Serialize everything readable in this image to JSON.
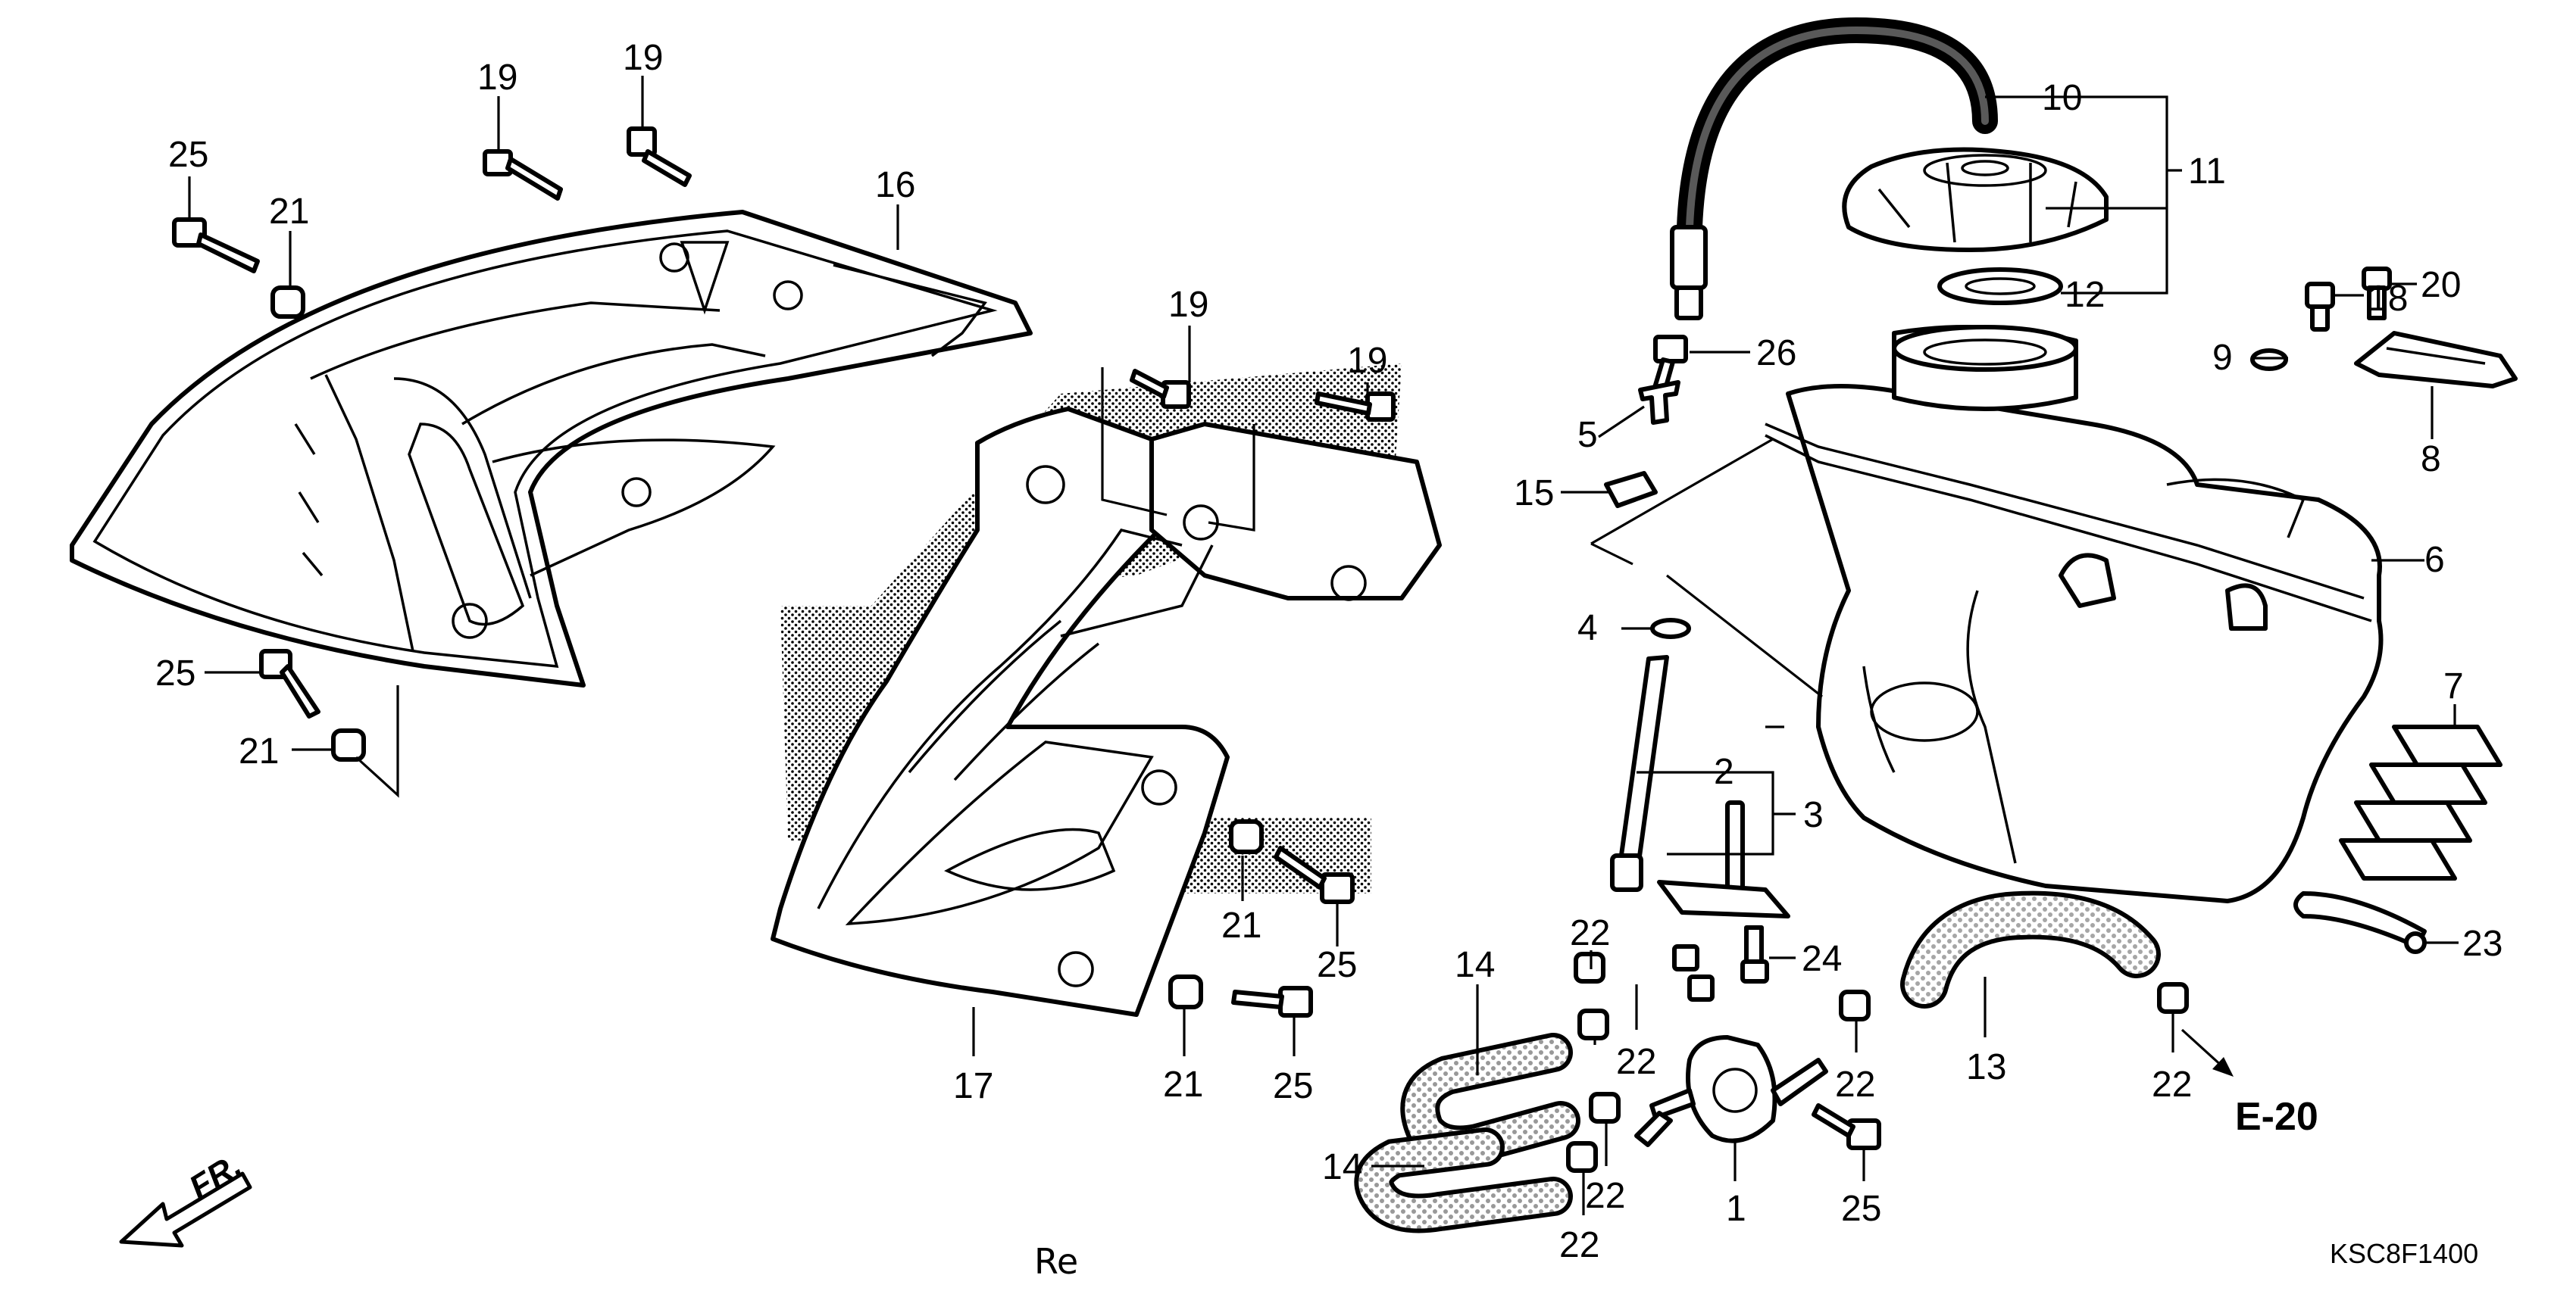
{
  "diagram": {
    "code": "KSC8F1400",
    "footer_text": "Re",
    "ref": "E-20",
    "front_label": "FR.",
    "callouts": [
      {
        "id": "c1",
        "n": "1"
      },
      {
        "id": "c2",
        "n": "2"
      },
      {
        "id": "c3",
        "n": "3"
      },
      {
        "id": "c4",
        "n": "4"
      },
      {
        "id": "c5",
        "n": "5"
      },
      {
        "id": "c6",
        "n": "6"
      },
      {
        "id": "c7",
        "n": "7"
      },
      {
        "id": "c8",
        "n": "8"
      },
      {
        "id": "c9",
        "n": "9"
      },
      {
        "id": "c10",
        "n": "10"
      },
      {
        "id": "c11",
        "n": "11"
      },
      {
        "id": "c12",
        "n": "12"
      },
      {
        "id": "c13",
        "n": "13"
      },
      {
        "id": "c14a",
        "n": "14"
      },
      {
        "id": "c14b",
        "n": "14"
      },
      {
        "id": "c15",
        "n": "15"
      },
      {
        "id": "c16",
        "n": "16"
      },
      {
        "id": "c17",
        "n": "17"
      },
      {
        "id": "c18",
        "n": "18"
      },
      {
        "id": "c19a",
        "n": "19"
      },
      {
        "id": "c19b",
        "n": "19"
      },
      {
        "id": "c19c",
        "n": "19"
      },
      {
        "id": "c19d",
        "n": "19"
      },
      {
        "id": "c20",
        "n": "20"
      },
      {
        "id": "c21a",
        "n": "21"
      },
      {
        "id": "c21b",
        "n": "21"
      },
      {
        "id": "c21c",
        "n": "21"
      },
      {
        "id": "c21d",
        "n": "21"
      },
      {
        "id": "c22a",
        "n": "22"
      },
      {
        "id": "c22b",
        "n": "22"
      },
      {
        "id": "c22c",
        "n": "22"
      },
      {
        "id": "c22d",
        "n": "22"
      },
      {
        "id": "c22e",
        "n": "22"
      },
      {
        "id": "c22f",
        "n": "22"
      },
      {
        "id": "c23",
        "n": "23"
      },
      {
        "id": "c24",
        "n": "24"
      },
      {
        "id": "c25a",
        "n": "25"
      },
      {
        "id": "c25b",
        "n": "25"
      },
      {
        "id": "c25c",
        "n": "25"
      },
      {
        "id": "c25d",
        "n": "25"
      },
      {
        "id": "c25e",
        "n": "25"
      },
      {
        "id": "c26",
        "n": "26"
      }
    ]
  }
}
